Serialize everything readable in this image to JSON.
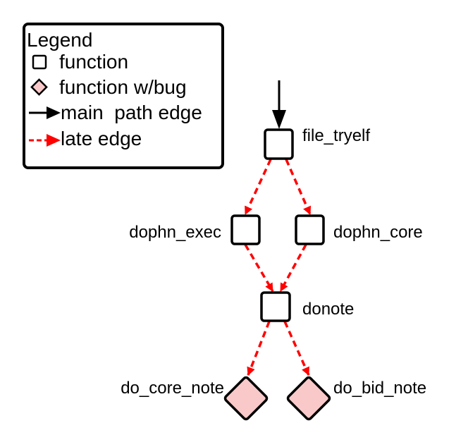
{
  "legend": {
    "title": "Legend",
    "items": [
      {
        "label": "function",
        "icon": "square-node-icon"
      },
      {
        "label": "function w/bug",
        "icon": "diamond-node-icon"
      },
      {
        "label": "main  path edge",
        "icon": "black-arrow-icon"
      },
      {
        "label": "late edge",
        "icon": "red-arrow-icon"
      }
    ]
  },
  "nodes": [
    {
      "id": "file_tryelf",
      "label": "file_tryelf",
      "kind": "function"
    },
    {
      "id": "dophn_exec",
      "label": "dophn_exec",
      "kind": "function"
    },
    {
      "id": "dophn_core",
      "label": "dophn_core",
      "kind": "function"
    },
    {
      "id": "donote",
      "label": "donote",
      "kind": "function"
    },
    {
      "id": "do_core_note",
      "label": "do_core_note",
      "kind": "function w/bug"
    },
    {
      "id": "do_bid_note",
      "label": "do_bid_note",
      "kind": "function w/bug"
    }
  ],
  "edges": [
    {
      "from": "entry",
      "to": "file_tryelf",
      "type": "main path"
    },
    {
      "from": "file_tryelf",
      "to": "dophn_exec",
      "type": "late"
    },
    {
      "from": "file_tryelf",
      "to": "dophn_core",
      "type": "late"
    },
    {
      "from": "dophn_exec",
      "to": "donote",
      "type": "late"
    },
    {
      "from": "dophn_core",
      "to": "donote",
      "type": "late"
    },
    {
      "from": "donote",
      "to": "do_core_note",
      "type": "late"
    },
    {
      "from": "donote",
      "to": "do_bid_note",
      "type": "late"
    }
  ],
  "colors": {
    "function_fill": "#ffffff",
    "bug_fill": "#f9c9c9",
    "main_edge": "#000000",
    "late_edge": "#ff0000",
    "stroke": "#000000"
  }
}
